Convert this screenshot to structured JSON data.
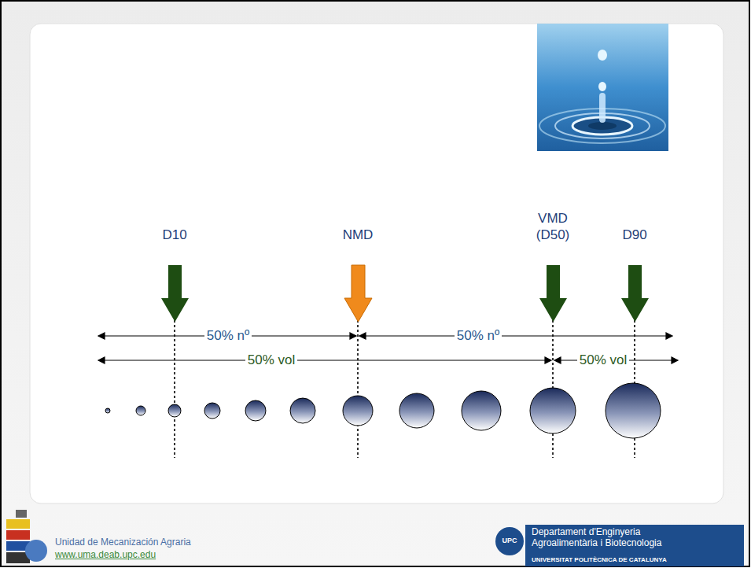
{
  "diagram": {
    "labels": [
      "D10",
      "NMD",
      "VMD (D50)",
      "D90",
      "50% nº",
      "50% nº",
      "50% vol",
      "50% vol",
      "Unidad de Mecanización Agraria",
      "www.uma.deab.upc.edu",
      "UPC",
      "Departament d'Enginyeria Agroalimentària i Biotecnologia",
      "UNIVERSITAT POLITÈCNICA DE CATALUNYA"
    ]
  }
}
